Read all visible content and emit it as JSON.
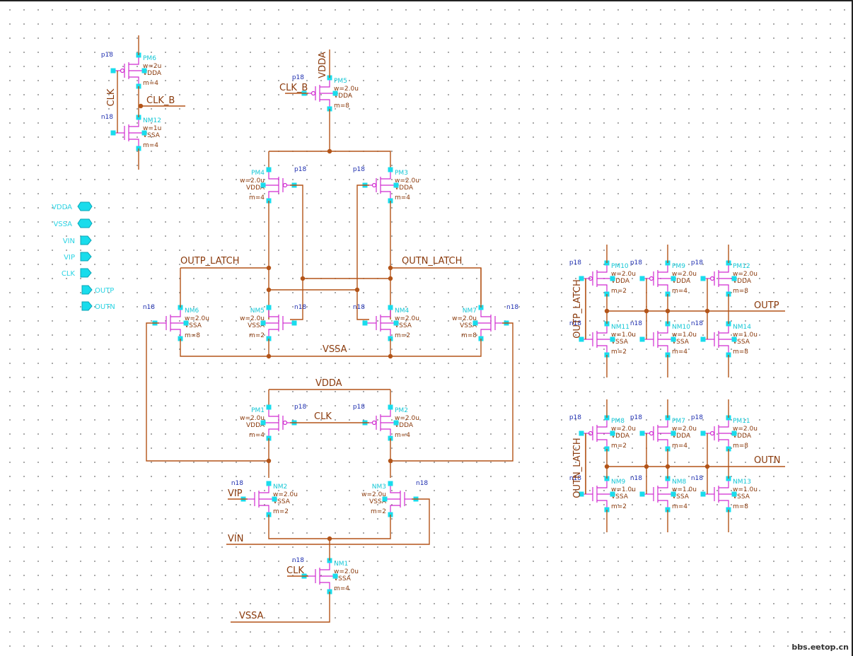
{
  "pins": [
    {
      "name": "VDDA",
      "shape": "bidir"
    },
    {
      "name": "VSSA",
      "shape": "bidir"
    },
    {
      "name": "VIN",
      "shape": "input"
    },
    {
      "name": "VIP",
      "shape": "input"
    },
    {
      "name": "CLK",
      "shape": "input"
    },
    {
      "name": "OUTP",
      "shape": "output"
    },
    {
      "name": "OUTN",
      "shape": "output"
    }
  ],
  "nets": {
    "clk": "CLK",
    "clk_b": "CLK_B",
    "vdda": "VDDA",
    "vssa": "VSSA",
    "vip": "VIP",
    "vin": "VIN",
    "outp_latch": "OUTP_LATCH",
    "outn_latch": "OUTN_LATCH",
    "outp": "OUTP",
    "outn": "OUTN"
  },
  "transistors": [
    {
      "name": "PM6",
      "model": "p18",
      "w": "w=2u",
      "m": "m=4",
      "body": "VDDA"
    },
    {
      "name": "NM12",
      "model": "n18",
      "w": "w=1u",
      "m": "m=4",
      "body": "VSSA"
    },
    {
      "name": "PM5",
      "model": "p18",
      "w": "w=2.0u",
      "m": "m=8",
      "body": "VDDA"
    },
    {
      "name": "PM4",
      "model": "p18",
      "w": "w=2.0u",
      "m": "m=4",
      "body": "VDDA"
    },
    {
      "name": "PM3",
      "model": "p18",
      "w": "w=2.0u",
      "m": "m=4",
      "body": "VDDA"
    },
    {
      "name": "NM6",
      "model": "n18",
      "w": "w=2.0u",
      "m": "m=8",
      "body": "VSSA"
    },
    {
      "name": "NM5",
      "model": "n18",
      "w": "w=2.0u",
      "m": "m=2",
      "body": "VSSA"
    },
    {
      "name": "NM4",
      "model": "n18",
      "w": "w=2.0u",
      "m": "m=2",
      "body": "VSSA"
    },
    {
      "name": "NM7",
      "model": "n18",
      "w": "w=2.0u",
      "m": "m=8",
      "body": "VSSA"
    },
    {
      "name": "PM1",
      "model": "p18",
      "w": "w=2.0u",
      "m": "m=4",
      "body": "VDDA"
    },
    {
      "name": "PM2",
      "model": "p18",
      "w": "w=2.0u",
      "m": "m=4",
      "body": "VDDA"
    },
    {
      "name": "NM2",
      "model": "n18",
      "w": "w=2.0u",
      "m": "m=2",
      "body": "VSSA"
    },
    {
      "name": "NM3",
      "model": "n18",
      "w": "w=2.0u",
      "m": "m=2",
      "body": "VSSA"
    },
    {
      "name": "NM1",
      "model": "n18",
      "w": "w=2.0u",
      "m": "m=4",
      "body": "VSSA"
    },
    {
      "name": "PM10",
      "model": "p18",
      "w": "w=2.0u",
      "m": "m=2",
      "body": "VDDA"
    },
    {
      "name": "NM11",
      "model": "n18",
      "w": "w=1.0u",
      "m": "m=2",
      "body": "VSSA"
    },
    {
      "name": "PM9",
      "model": "p18",
      "w": "w=2.0u",
      "m": "m=4",
      "body": "VDDA"
    },
    {
      "name": "NM10",
      "model": "n18",
      "w": "w=1.0u",
      "m": "m=4",
      "body": "VSSA"
    },
    {
      "name": "PM12",
      "model": "p18",
      "w": "w=2.0u",
      "m": "m=8",
      "body": "VDDA"
    },
    {
      "name": "NM14",
      "model": "n18",
      "w": "w=1.0u",
      "m": "m=8",
      "body": "VSSA"
    },
    {
      "name": "PM8",
      "model": "p18",
      "w": "w=2.0u",
      "m": "m=2",
      "body": "VDDA"
    },
    {
      "name": "NM9",
      "model": "n18",
      "w": "w=1.0u",
      "m": "m=2",
      "body": "VSSA"
    },
    {
      "name": "PM7",
      "model": "p18",
      "w": "w=2.0u",
      "m": "m=4",
      "body": "VDDA"
    },
    {
      "name": "NM8",
      "model": "n18",
      "w": "w=1.0u",
      "m": "m=4",
      "body": "VSSA"
    },
    {
      "name": "PM11",
      "model": "p18",
      "w": "w=2.0u",
      "m": "m=8",
      "body": "VDDA"
    },
    {
      "name": "NM13",
      "model": "n18",
      "w": "w=1.0u",
      "m": "m=8",
      "body": "VSSA"
    }
  ],
  "watermark": "bbs.eetop.cn",
  "colors": {
    "wire": "#b35418",
    "device": "#d02bd0",
    "pin": "#19dcec",
    "label": "#8a3a0c",
    "model": "#1f2fb0"
  }
}
